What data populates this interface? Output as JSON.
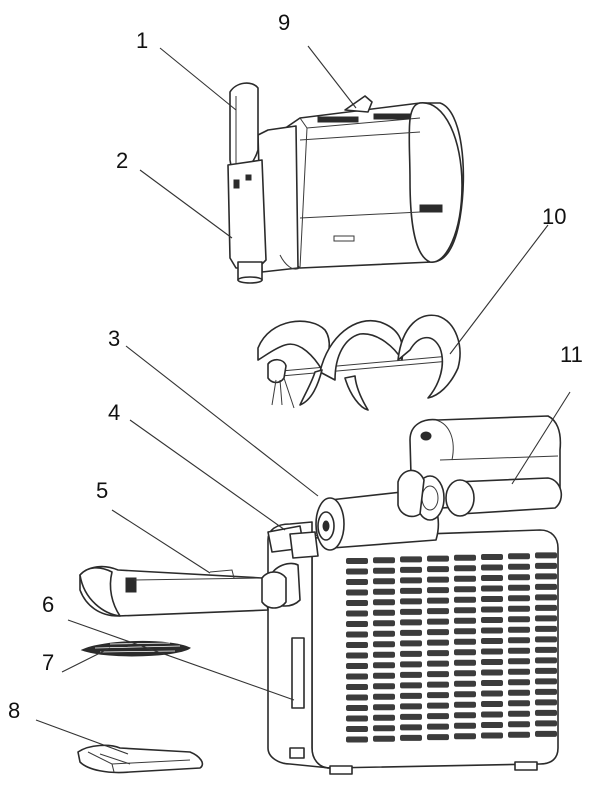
{
  "callouts": {
    "c1": "1",
    "c2": "2",
    "c3": "3",
    "c4": "4",
    "c5": "5",
    "c6": "6",
    "c7": "7",
    "c8": "8",
    "c9": "9",
    "c10": "10",
    "c11": "11"
  },
  "colors": {
    "line": "#2b2b2b",
    "background": "#ffffff",
    "grille": "#3c3c3c"
  }
}
